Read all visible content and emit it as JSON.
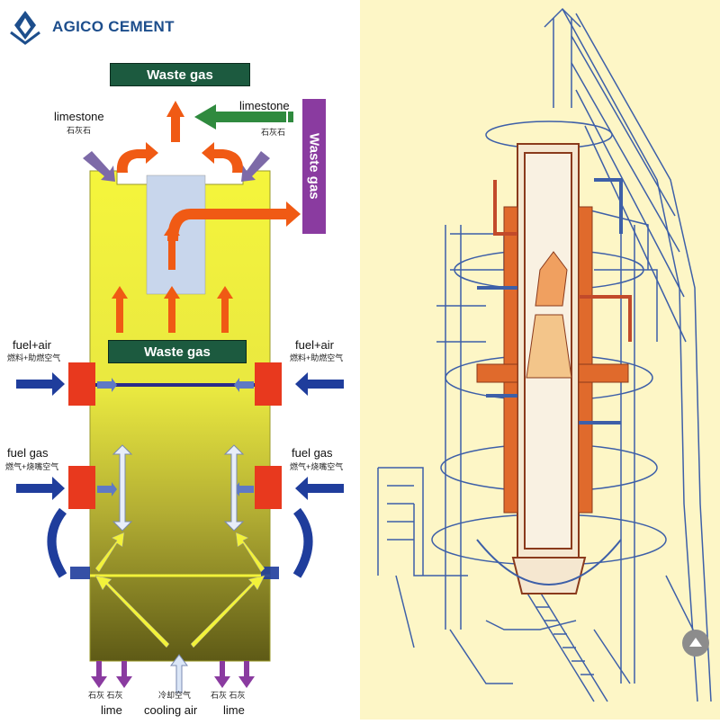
{
  "brand": {
    "name": "AGICO CEMENT",
    "logo_icon": "cement-drop-icon",
    "color": "#1d4e8c"
  },
  "diagram": {
    "top_waste_gas": "Waste gas",
    "side_waste_gas": "Waste gas",
    "mid_waste_gas": "Waste gas",
    "limestone_left_en": "limestone",
    "limestone_left_cn": "石灰石",
    "limestone_right_en": "limestone",
    "limestone_right_cn": "石灰石",
    "fuel_air_left_en": "fuel+air",
    "fuel_air_left_cn": "燃料+助燃空气",
    "fuel_air_right_en": "fuel+air",
    "fuel_air_right_cn": "燃料+助燃空气",
    "fuel_gas_left_en": "fuel gas",
    "fuel_gas_left_cn": "燃气+烧嘴空气",
    "fuel_gas_right_en": "fuel gas",
    "fuel_gas_right_cn": "燃气+烧嘴空气",
    "bottom_lime_left_cn": "石灰 石灰",
    "bottom_lime_left_en": "lime",
    "bottom_cooling_cn": "冷却空气",
    "bottom_cooling_en": "cooling air",
    "bottom_lime_right_cn": "石灰 石灰",
    "bottom_lime_right_en": "lime"
  },
  "colors": {
    "kiln_top": "#f2f23a",
    "kiln_bottom": "#6e6a1c",
    "burner": "#e8391e",
    "gas_box": "#1c5a3f",
    "waste_vertical": "#8a3ba0",
    "orange_arrow": "#f05a14",
    "blue_arrow": "#1f3d9c",
    "green_arrow": "#2f8a3e",
    "purple_arrow": "#8a3ba0",
    "inner_box": "#c8d6ec",
    "illustration_bg": "#fdf6c6"
  },
  "nav": {
    "icon": "chevron-up-icon"
  }
}
